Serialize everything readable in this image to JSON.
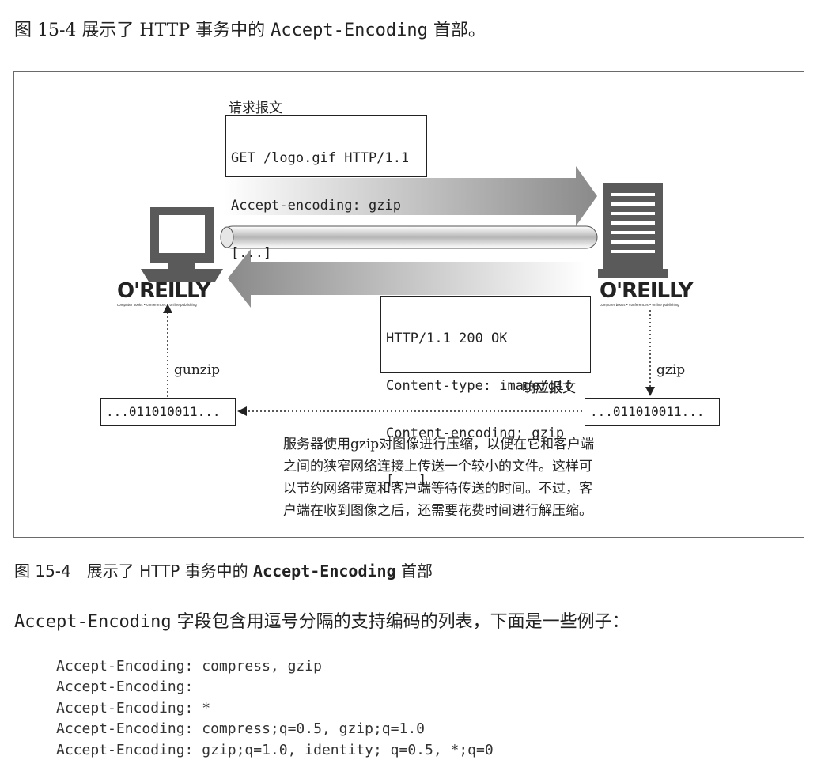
{
  "intro": {
    "prefix": "图 15-4 展示了 HTTP 事务中的 ",
    "code": "Accept-Encoding",
    "suffix": " 首部。"
  },
  "figure": {
    "request_label": "请求报文",
    "request_lines": [
      "GET /logo.gif HTTP/1.1",
      "Accept-encoding: gzip",
      "[...]"
    ],
    "response_label": "响应报文",
    "response_lines": [
      "HTTP/1.1 200 OK",
      "Content-type: image/gif",
      "Content-encoding: gzip",
      "[...]"
    ],
    "client_logo": "O'REILLY",
    "server_logo": "O'REILLY",
    "logo_tagline": "computer books • conferences • online publishing",
    "client_data": "...011010011...",
    "server_data": "...011010011...",
    "gunzip_label": "gunzip",
    "gzip_label": "gzip",
    "description": [
      "服务器使用gzip对图像进行压缩，以便在它和客户端",
      "之间的狭窄网络连接上传送一个较小的文件。这样可",
      "以节约网络带宽和客户端等待传送的时间。不过，客",
      "户端在收到图像之后，还需要花费时间进行解压缩。"
    ]
  },
  "caption": {
    "prefix": "图 15-4　展示了 HTTP 事务中的 ",
    "code": "Accept-Encoding",
    "suffix": " 首部"
  },
  "body": {
    "code": "Accept-Encoding",
    "text": " 字段包含用逗号分隔的支持编码的列表，下面是一些例子："
  },
  "examples": [
    "Accept-Encoding: compress, gzip",
    "Accept-Encoding:",
    "Accept-Encoding: *",
    "Accept-Encoding: compress;q=0.5, gzip;q=1.0",
    "Accept-Encoding: gzip;q=1.0, identity; q=0.5, *;q=0"
  ]
}
